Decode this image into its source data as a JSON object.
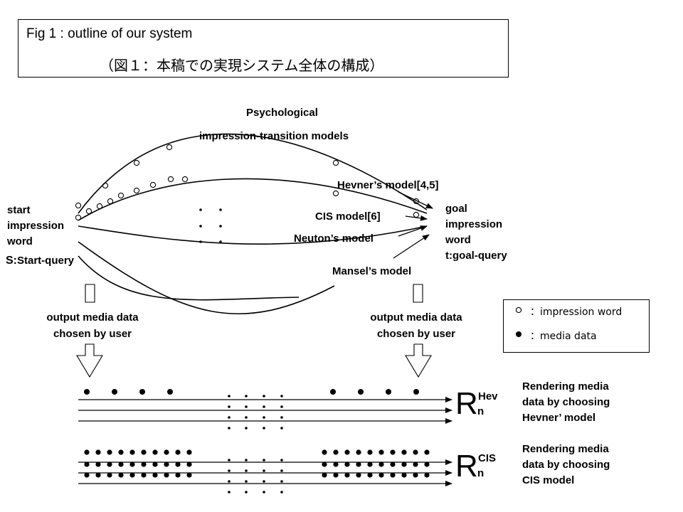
{
  "title": {
    "line1": "Fig 1 :  outline of our system",
    "line2": "（図１：本稿での実現システム全体の構成）"
  },
  "labels": {
    "psych_line1": "Psychological",
    "psych_line2": "impression-transition models",
    "hevner_model": "Hevner’s model[4,5]",
    "cis_model": "CIS model[6]",
    "neuton_model": "Neuton’s model",
    "mansel_model": "Mansel’s model",
    "start": [
      "start",
      "impression",
      "word"
    ],
    "start_query_prefix": "S:",
    "start_query_text": "Start-query",
    "goal": [
      "goal",
      "impression",
      "word",
      "t:goal-query"
    ],
    "output_left": [
      "output media data",
      "chosen by user"
    ],
    "output_right": [
      "output media data",
      "chosen by user"
    ]
  },
  "legend": {
    "impression_symbol": "○",
    "impression_text": "：impression word",
    "media_symbol": "●",
    "media_text": "：media data"
  },
  "results": [
    {
      "R": "R",
      "sup": "Hev",
      "sub": "n",
      "caption": [
        "Rendering media",
        "data by choosing",
        "Hevner’ model"
      ]
    },
    {
      "R": "R",
      "sup": "CIS",
      "sub": "n",
      "caption": [
        "Rendering media",
        "data by choosing",
        "CIS model"
      ]
    }
  ],
  "colors": {
    "ink": "#000000",
    "background": "#ffffff"
  }
}
